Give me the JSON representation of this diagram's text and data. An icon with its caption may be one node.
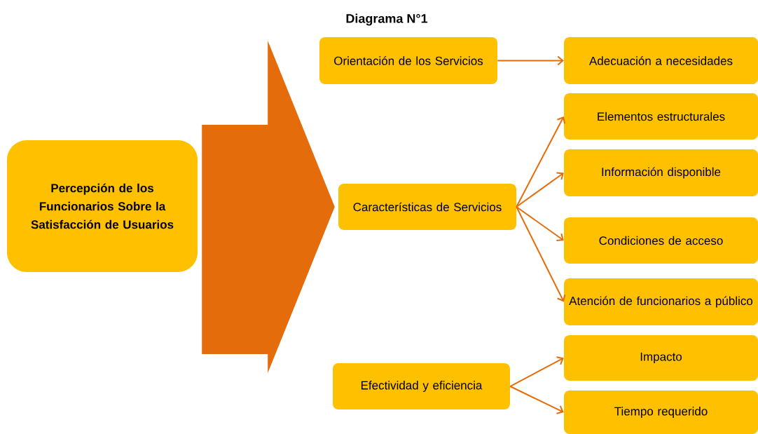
{
  "diagram": {
    "title": "Diagrama N°1",
    "nodes": [
      {
        "text": [
          "Percepción de los Funcionarios Sobre la Satisfacción de Usuarios"
        ]
      },
      {
        "text": [
          "Orientación de los Servicios"
        ]
      },
      {
        "text": [
          "Adecuación a necesidades"
        ]
      },
      {
        "text": [
          "Características de Servicios"
        ]
      },
      {
        "text": [
          "Elementos estructurales"
        ]
      },
      {
        "text": [
          "Información disponible"
        ]
      },
      {
        "text": [
          "Condiciones de acceso"
        ]
      },
      {
        "text": [
          "Atención de funcionarios a público"
        ]
      },
      {
        "text": [
          "Efectividad y eficiencia"
        ]
      },
      {
        "text": [
          "Impacto"
        ]
      },
      {
        "text": [
          "Tiempo requerido"
        ]
      }
    ],
    "edges": [
      {
        "from": 0,
        "to": 3,
        "arrow": "to",
        "style": "thick"
      },
      {
        "from": 1,
        "to": 2,
        "arrow": "to"
      },
      {
        "from": 3,
        "to": 4,
        "arrow": "to"
      },
      {
        "from": 3,
        "to": 5,
        "arrow": "to"
      },
      {
        "from": 3,
        "to": 6,
        "arrow": "to"
      },
      {
        "from": 3,
        "to": 7,
        "arrow": "to"
      },
      {
        "from": 8,
        "to": 9,
        "arrow": "to"
      },
      {
        "from": 8,
        "to": 10,
        "arrow": "to"
      }
    ]
  }
}
